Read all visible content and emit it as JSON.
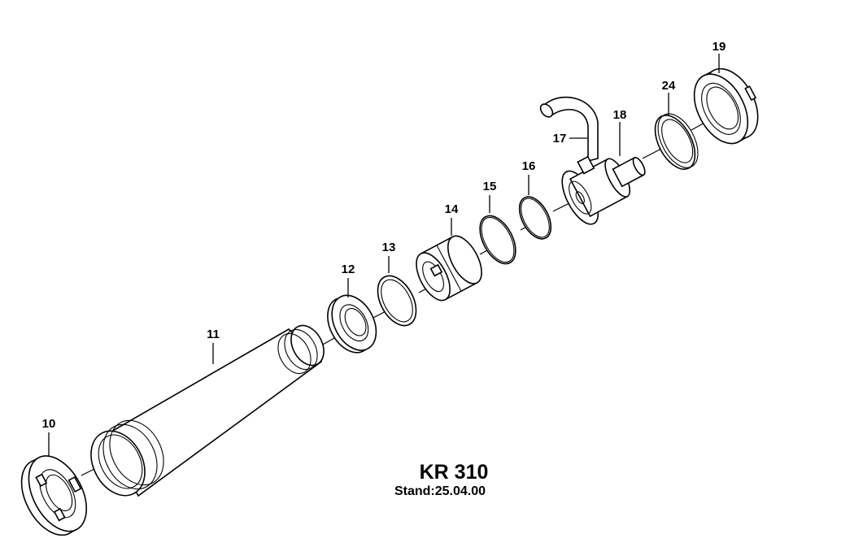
{
  "title": "KR 310",
  "subtitle": "Stand:25.04.00",
  "parts": [
    {
      "label": "10"
    },
    {
      "label": "11"
    },
    {
      "label": "12"
    },
    {
      "label": "13"
    },
    {
      "label": "14"
    },
    {
      "label": "15"
    },
    {
      "label": "16"
    },
    {
      "label": "17"
    },
    {
      "label": "18"
    },
    {
      "label": "19"
    },
    {
      "label": "24"
    }
  ]
}
